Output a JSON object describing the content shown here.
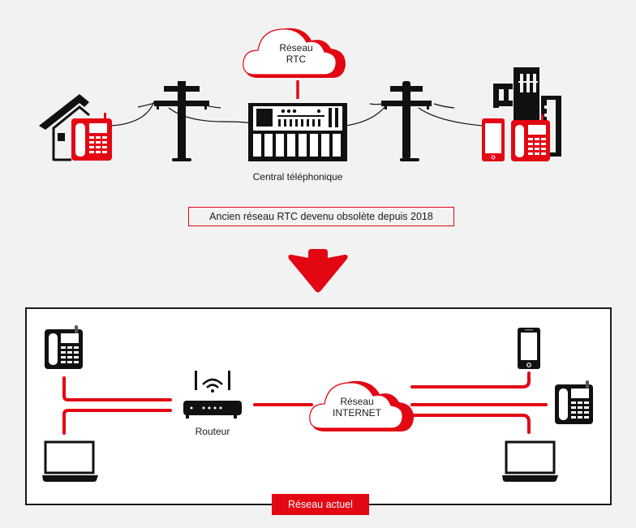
{
  "colors": {
    "accent": "#e30613",
    "ink": "#111111",
    "background": "#f2f2f2",
    "panel": "#ffffff"
  },
  "old_network": {
    "cloud_label_line1": "Réseau",
    "cloud_label_line2": "RTC",
    "exchange_label": "Central téléphonique",
    "banner": "Ancien réseau RTC devenu obsolète depuis 2018",
    "icons": [
      "house-icon",
      "desk-phone-icon",
      "utility-pole-icon",
      "telephone-exchange-icon",
      "utility-pole-icon",
      "smartphone-icon",
      "desk-phone-icon",
      "office-buildings-icon",
      "cloud-icon"
    ]
  },
  "transition": {
    "icon": "arrow-down-icon"
  },
  "new_network": {
    "router_label": "Routeur",
    "cloud_label_line1": "Réseau",
    "cloud_label_line2": "INTERNET",
    "badge": "Réseau actuel",
    "icons": [
      "desk-phone-icon",
      "laptop-icon",
      "router-icon",
      "cloud-icon",
      "smartphone-icon",
      "desk-phone-icon",
      "laptop-icon"
    ]
  }
}
